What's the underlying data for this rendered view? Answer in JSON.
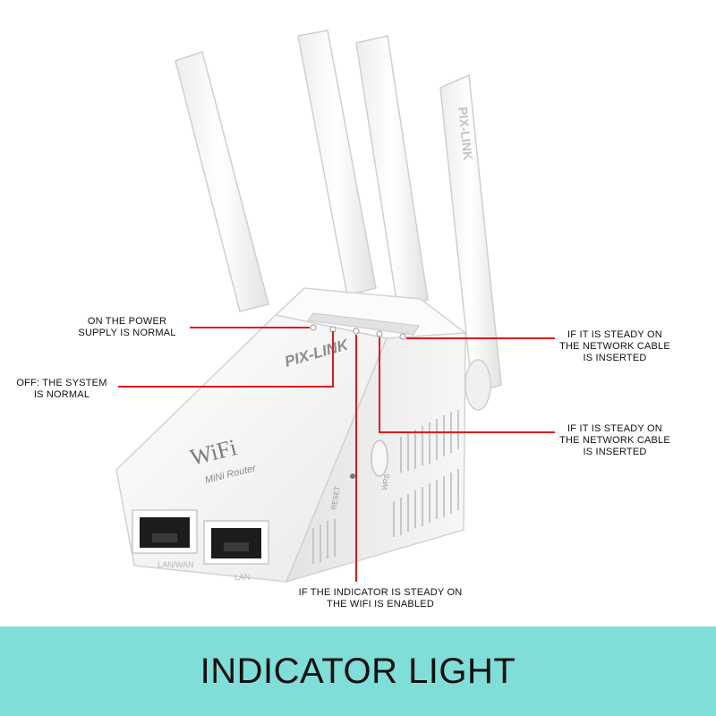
{
  "device": {
    "brand_logo": "PIX-LINK",
    "antenna_brand": "PIX-LINK",
    "wifi_mark": "WiFi",
    "model_text": "MiNi Router",
    "reset_label": "RESET",
    "wps_label": "WPS",
    "port_labels": [
      "LAN/WAN",
      "LAN"
    ]
  },
  "callouts": {
    "power": [
      "ON THE POWER",
      "SUPPLY IS NORMAL"
    ],
    "system": [
      "OFF: THE SYSTEM",
      "IS NORMAL"
    ],
    "network_top": [
      "IF IT IS STEADY ON",
      "THE NETWORK CABLE",
      "IS INSERTED"
    ],
    "network_mid": [
      "IF IT IS STEADY ON",
      "THE NETWORK CABLE",
      "IS INSERTED"
    ],
    "wifi": [
      "IF THE INDICATOR IS STEADY ON",
      "THE WIFI IS ENABLED"
    ]
  },
  "footer": {
    "title": "INDICATOR LIGHT",
    "band_color": "#80ded8"
  },
  "colors": {
    "leader_line": "#e01b1b",
    "device_white": "#f4f4f4",
    "device_shadow": "#d6d6d6"
  }
}
